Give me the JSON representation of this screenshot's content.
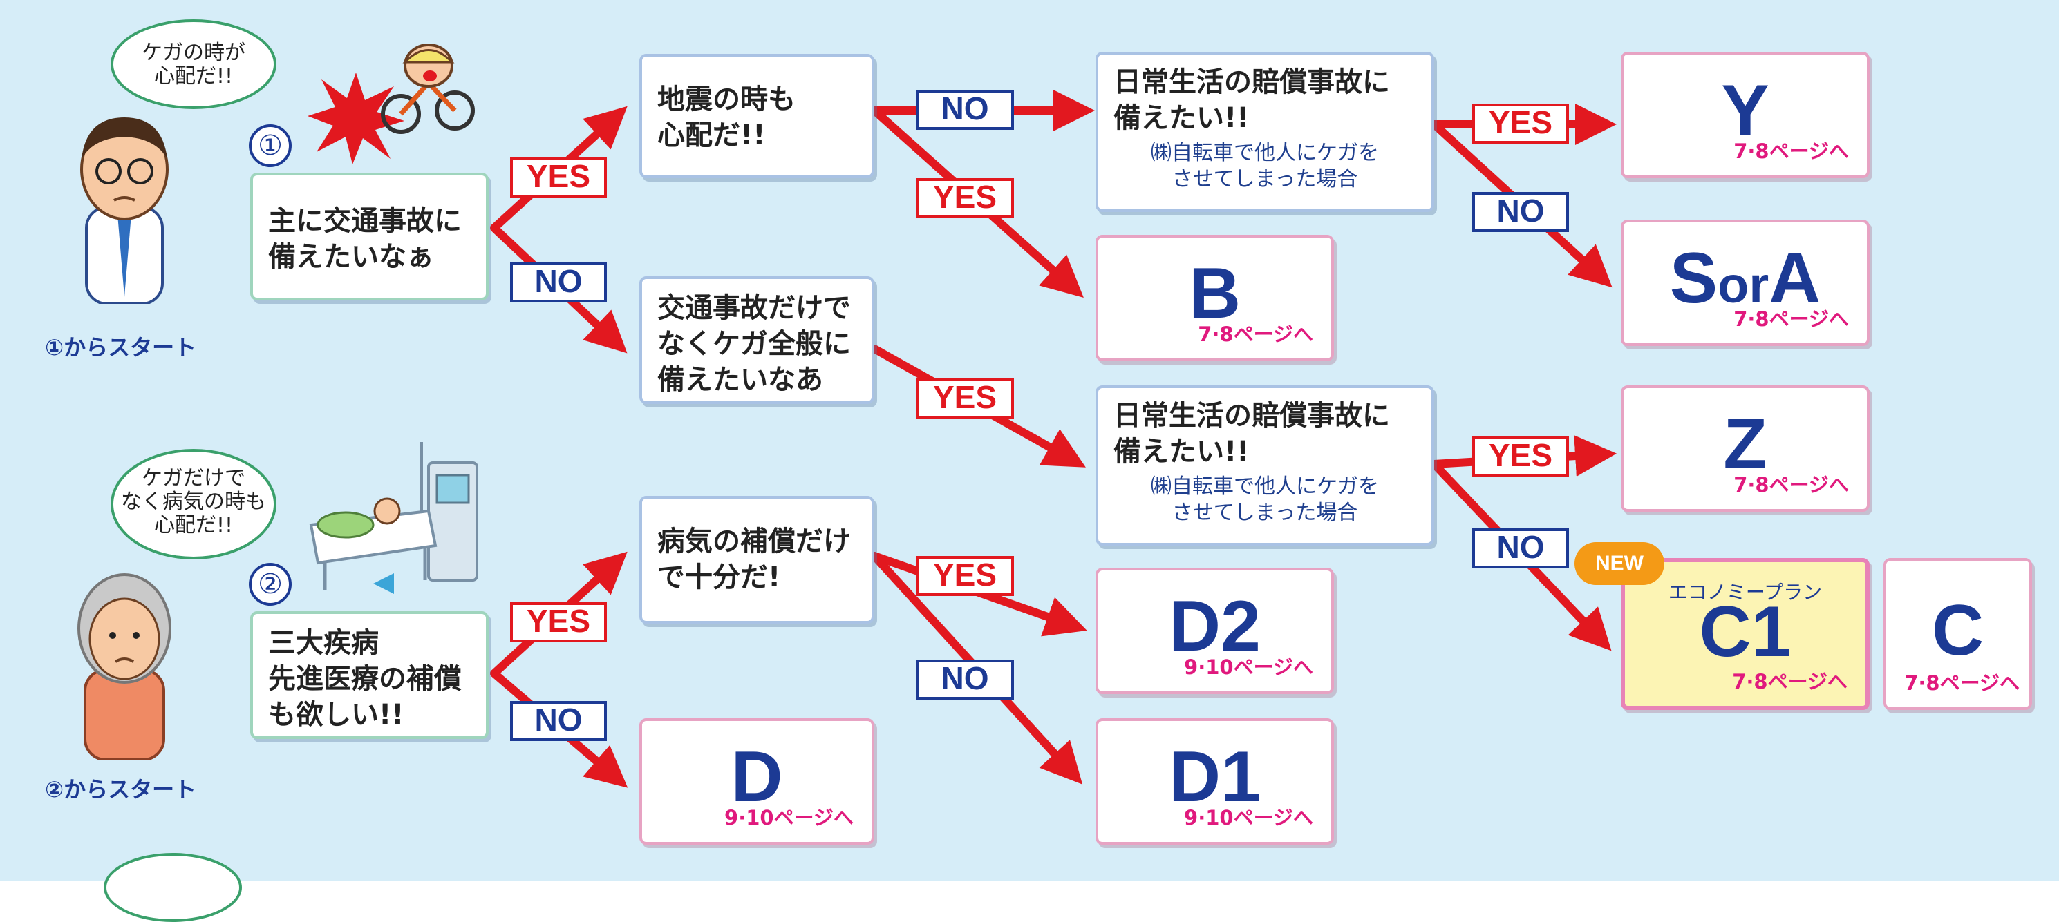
{
  "bubbles": {
    "b1": [
      "ケガの時が",
      "心配だ!!"
    ],
    "b2": [
      "ケガだけで",
      "なく病気の時も",
      "心配だ!!"
    ]
  },
  "markers": {
    "m1": "①",
    "m2": "②"
  },
  "starts": {
    "s1": "①からスタート",
    "s2": "②からスタート"
  },
  "questions": {
    "q1": [
      "主に交通事故に",
      "備えたいなぁ"
    ],
    "q2": [
      "地震の時も",
      "心配だ!!"
    ],
    "q3": [
      "交通事故だけで",
      "なくケガ全般に",
      "備えたいなあ"
    ],
    "q4": [
      "日常生活の賠償事故に",
      "備えたい!!"
    ],
    "q4_example": [
      "㈱自転車で他人にケガを",
      "させてしまった場合"
    ],
    "q5": [
      "日常生活の賠償事故に",
      "備えたい!!"
    ],
    "q5_example": [
      "㈱自転車で他人にケガを",
      "させてしまった場合"
    ],
    "q6": [
      "三大疾病",
      "先進医療の補償",
      "も欲しい!!"
    ],
    "q7": [
      "病気の補償だけ",
      "で十分だ!"
    ]
  },
  "tags": {
    "yes": "YES",
    "no": "NO"
  },
  "results": {
    "Y": {
      "letter": "Y",
      "page": "7·8ページへ"
    },
    "SorA": {
      "s": "S",
      "or": "or",
      "a": "A",
      "page": "7·8ページへ"
    },
    "B": {
      "letter": "B",
      "page": "7·8ページへ"
    },
    "Z": {
      "letter": "Z",
      "page": "7·8ページへ"
    },
    "C1": {
      "badge": "NEW",
      "sub": "エコノミープラン",
      "letter": "C1",
      "page": "7·8ページへ"
    },
    "C": {
      "letter": "C",
      "page": "7·8ページへ"
    },
    "D2": {
      "letter": "D2",
      "page": "9·10ページへ"
    },
    "D1": {
      "letter": "D1",
      "page": "9·10ページへ"
    },
    "D": {
      "letter": "D",
      "page": "9·10ページへ"
    }
  },
  "colors": {
    "background": "#d6edf8",
    "yes_red": "#e2181f",
    "no_blue": "#1c3a94",
    "result_border": "#e7a3c3",
    "page_pink": "#e0197d",
    "c1_fill": "#fcf4b4",
    "badge_orange": "#f49a16"
  }
}
